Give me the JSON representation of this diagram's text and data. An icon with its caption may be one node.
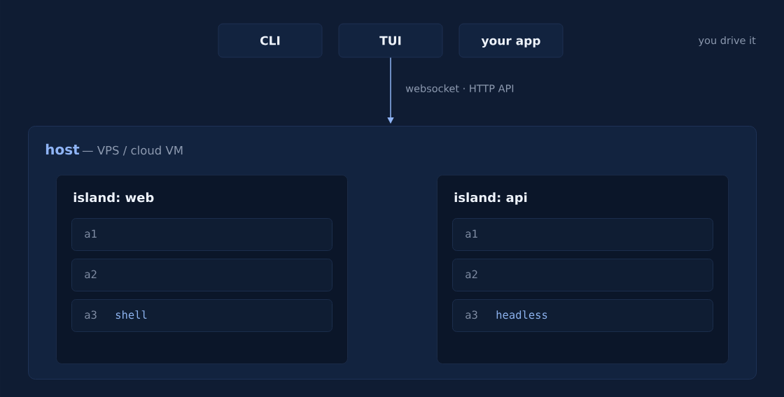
{
  "diagram": {
    "nodes": [
      {
        "text": [
          "CLI"
        ]
      },
      {
        "text": [
          "TUI"
        ]
      },
      {
        "text": [
          "your app"
        ]
      },
      {
        "text": [
          "host",
          "— VPS / cloud VM"
        ]
      },
      {
        "text": [
          "island: web"
        ],
        "in": 3
      },
      {
        "text": [
          "a1"
        ],
        "in": 4
      },
      {
        "text": [
          "a2"
        ],
        "in": 4
      },
      {
        "text": [
          "a3",
          "shell"
        ],
        "in": 4
      },
      {
        "text": [
          "island: api"
        ],
        "in": 3
      },
      {
        "text": [
          "a1"
        ],
        "in": 8
      },
      {
        "text": [
          "a2"
        ],
        "in": 8
      },
      {
        "text": [
          "a3",
          "headless"
        ],
        "in": 8
      }
    ],
    "edges": [
      {
        "from": 1,
        "to": 3,
        "arrow": "to",
        "label": "websocket · HTTP API"
      }
    ],
    "labels": [
      "you drive it"
    ]
  }
}
